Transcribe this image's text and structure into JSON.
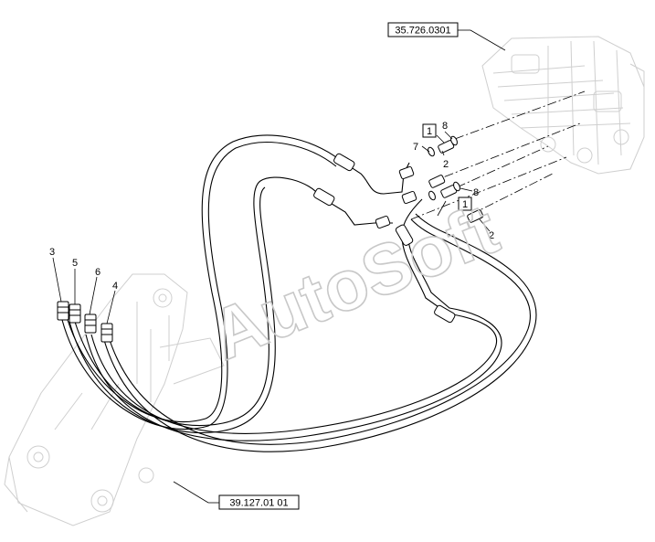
{
  "references": {
    "valve": "35.726.0301",
    "loader": "39.127.01 01"
  },
  "callouts": {
    "hose_3": "3",
    "hose_5": "5",
    "hose_6": "6",
    "hose_4": "4",
    "box_1_top": "1",
    "box_1_mid": "1",
    "fitting_8_top": "8",
    "fitting_7": "7",
    "fitting_2_top": "2",
    "fitting_8_mid": "8",
    "fitting_2_bottom": "2"
  },
  "watermark": "AutoSoft",
  "colors": {
    "line": "#000000",
    "ghost": "#cfcfcf",
    "watermark": "#c8c8c8"
  }
}
